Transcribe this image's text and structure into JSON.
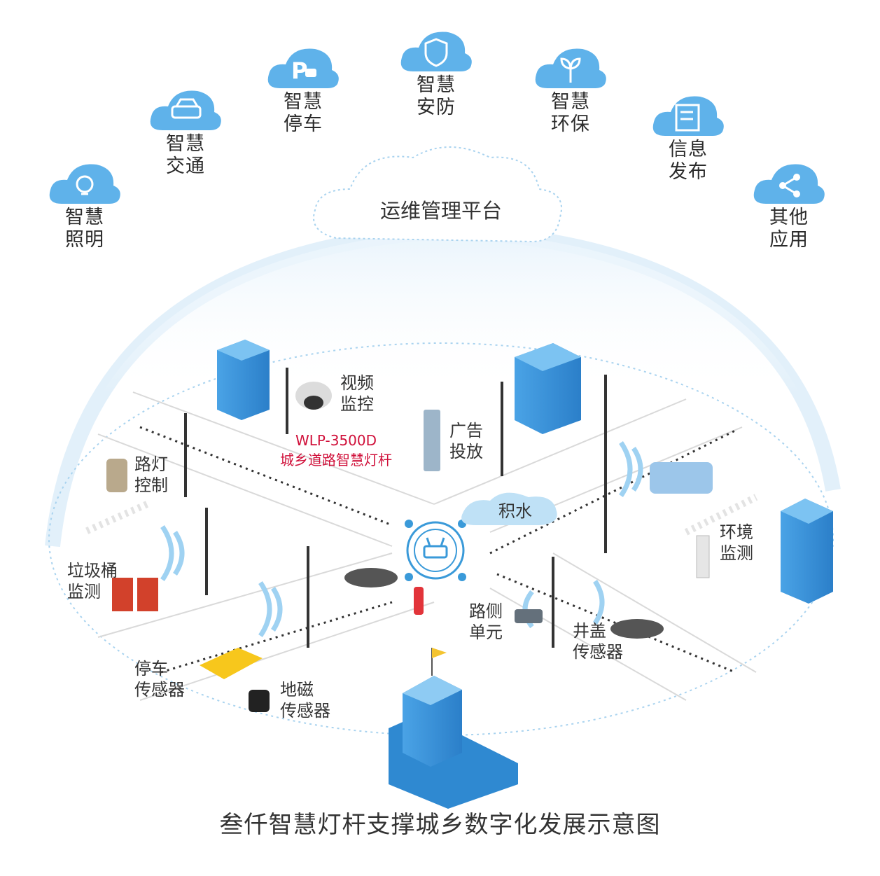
{
  "platform": "运维管理平台",
  "apps": [
    {
      "name": "smart-lighting",
      "line1": "智慧",
      "line2": "照明",
      "icon": "lightbulb-icon"
    },
    {
      "name": "smart-traffic",
      "line1": "智慧",
      "line2": "交通",
      "icon": "car-icon"
    },
    {
      "name": "smart-parking",
      "line1": "智慧",
      "line2": "停车",
      "icon": "parking-icon"
    },
    {
      "name": "smart-security",
      "line1": "智慧",
      "line2": "安防",
      "icon": "shield-icon"
    },
    {
      "name": "smart-environment",
      "line1": "智慧",
      "line2": "环保",
      "icon": "sprout-icon"
    },
    {
      "name": "info-publish",
      "line1": "信息",
      "line2": "发布",
      "icon": "document-upload-icon"
    },
    {
      "name": "other-apps",
      "line1": "其他",
      "line2": "应用",
      "icon": "share-icon"
    }
  ],
  "scene": {
    "video": {
      "line1": "视频",
      "line2": "监控"
    },
    "ad": {
      "line1": "广告",
      "line2": "投放"
    },
    "product_model": "WLP-3500D",
    "product_desc": "城乡道路智慧灯杆",
    "light_control": {
      "line1": "路灯",
      "line2": "控制"
    },
    "water": "积水",
    "environment": {
      "line1": "环境",
      "line2": "监测"
    },
    "trash": {
      "line1": "垃圾桶",
      "line2": "监测"
    },
    "roadside": {
      "line1": "路侧",
      "line2": "单元"
    },
    "manhole": {
      "line1": "井盖",
      "line2": "传感器"
    },
    "parking_sensor": {
      "line1": "停车",
      "line2": "传感器"
    },
    "geomagnetic": {
      "line1": "地磁",
      "line2": "传感器"
    }
  },
  "caption": "叁仟智慧灯杆支撑城乡数字化发展示意图",
  "colors": {
    "accent": "#3a9ad9",
    "cloud": "#5fb2ea",
    "red": "#d0103a"
  }
}
